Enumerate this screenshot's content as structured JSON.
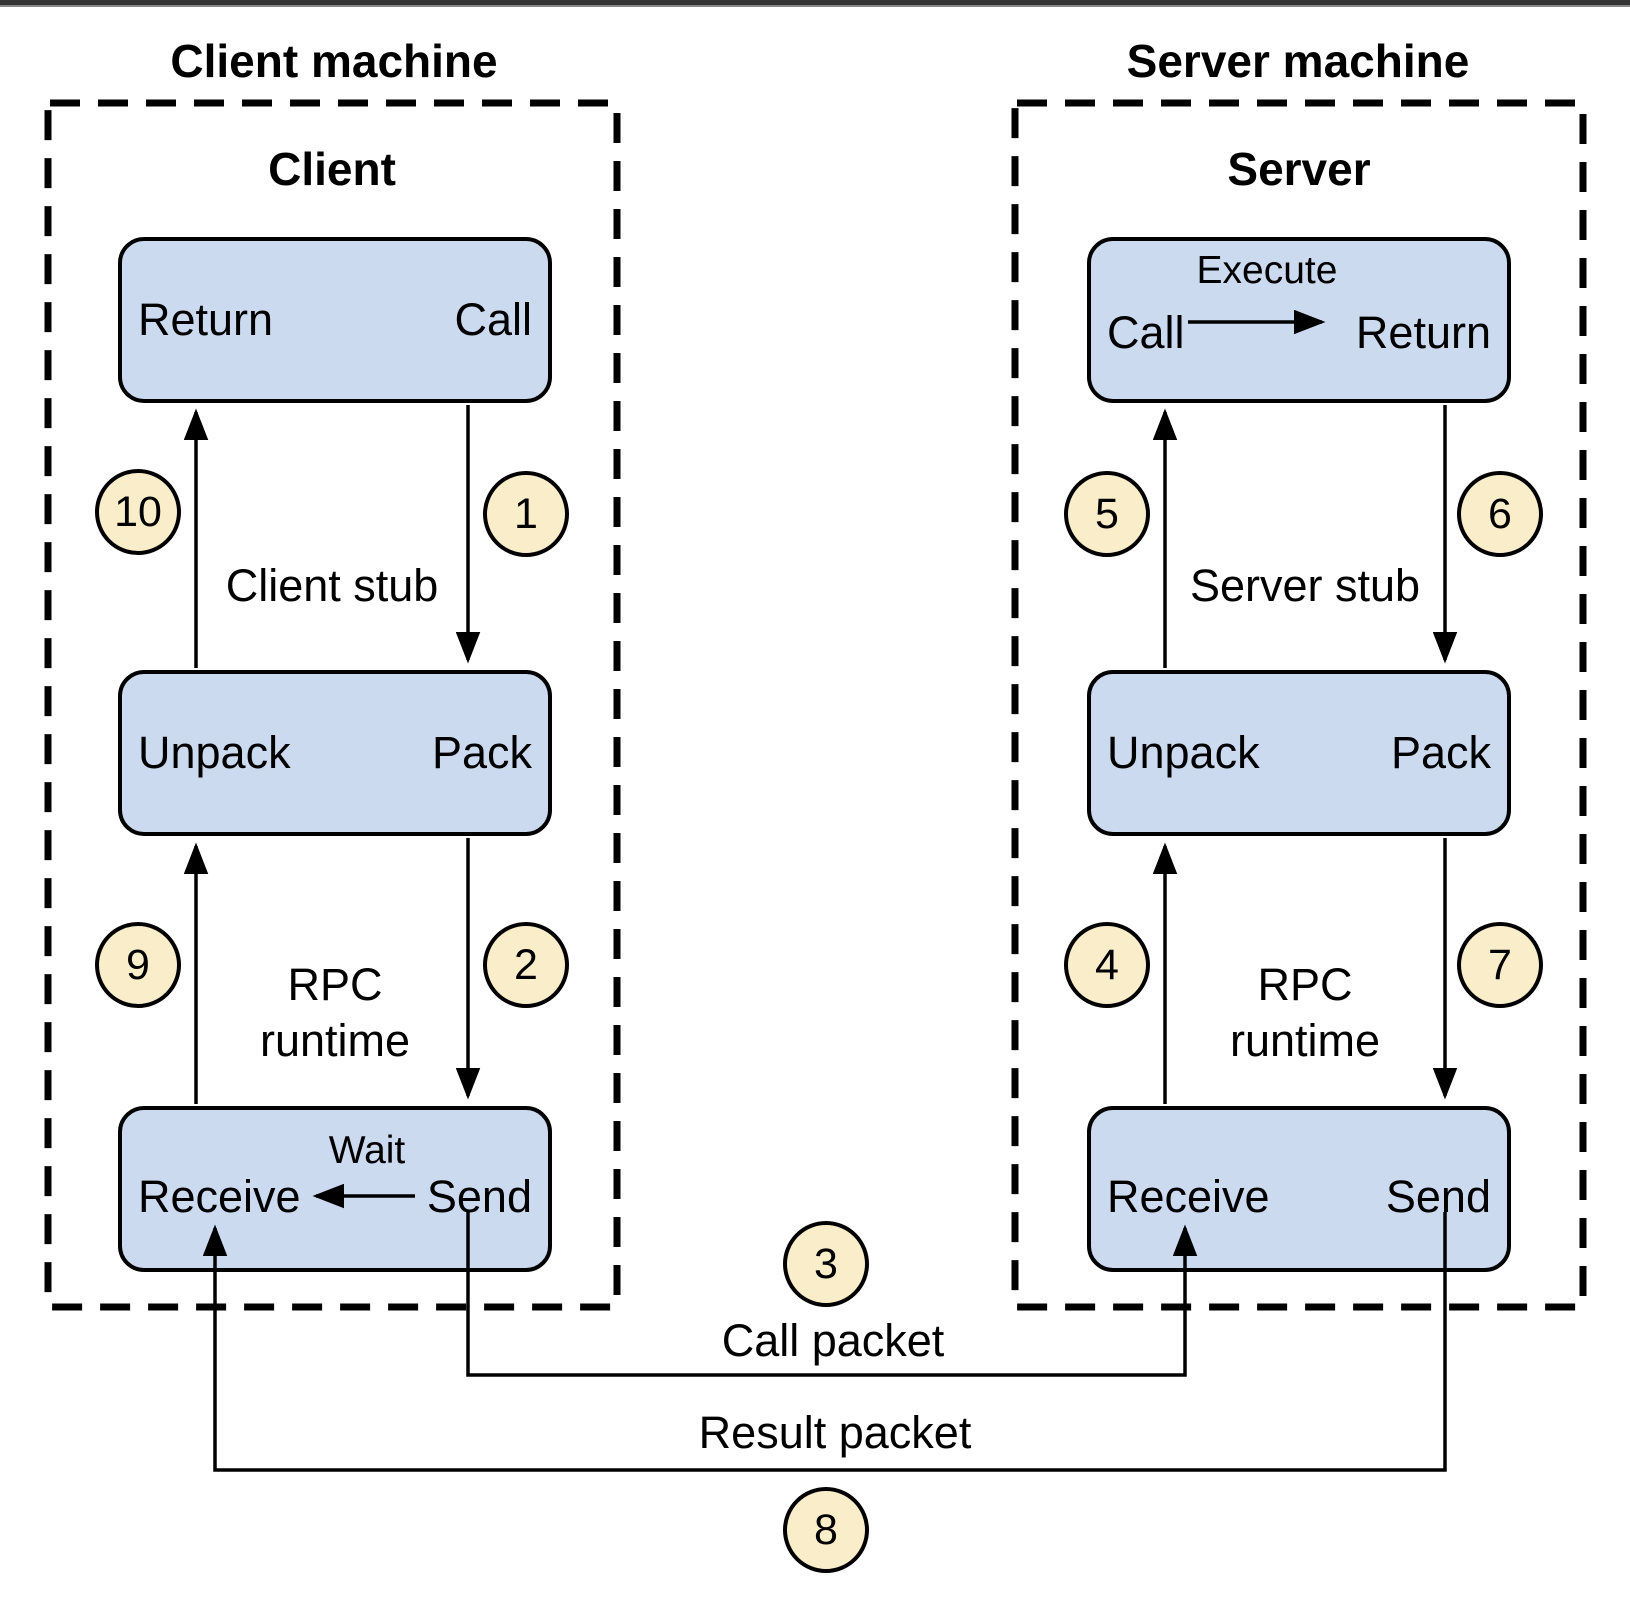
{
  "diagram": {
    "client_machine_title": "Client machine",
    "server_machine_title": "Server machine",
    "client": {
      "title": "Client",
      "process_box": {
        "return_label": "Return",
        "call_label": "Call"
      },
      "stub_label": "Client stub",
      "stub_box": {
        "unpack_label": "Unpack",
        "pack_label": "Pack"
      },
      "runtime_label": {
        "line1": "RPC",
        "line2": "runtime"
      },
      "runtime_box": {
        "receive_label": "Receive",
        "send_label": "Send",
        "wait_label": "Wait"
      },
      "steps": {
        "call": "1",
        "pack_send": "2",
        "receive_unpack": "9",
        "return": "10"
      }
    },
    "server": {
      "title": "Server",
      "process_box": {
        "execute_label": "Execute",
        "call_label": "Call",
        "return_label": "Return"
      },
      "stub_label": "Server stub",
      "stub_box": {
        "unpack_label": "Unpack",
        "pack_label": "Pack"
      },
      "runtime_label": {
        "line1": "RPC",
        "line2": "runtime"
      },
      "runtime_box": {
        "receive_label": "Receive",
        "send_label": "Send"
      },
      "steps": {
        "receive_unpack": "4",
        "unpack_call": "5",
        "return_pack": "6",
        "pack_send": "7"
      }
    },
    "packets": {
      "call_packet": {
        "label": "Call packet",
        "step": "3"
      },
      "result_packet": {
        "label": "Result packet",
        "step": "8"
      }
    }
  },
  "colors": {
    "node_fill": "#ccdaf0",
    "node_stroke": "#000000",
    "badge_fill": "#faeeca",
    "badge_stroke": "#000000",
    "line_color": "#000000",
    "topbar_color": "#333333"
  }
}
